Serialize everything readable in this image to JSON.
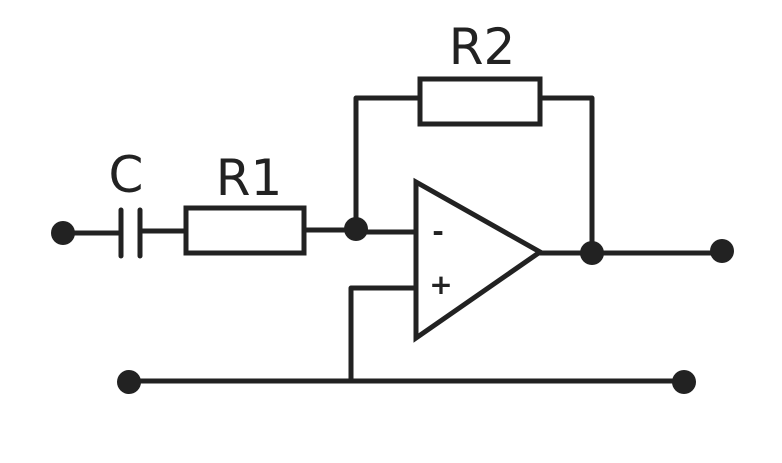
{
  "colors": {
    "ink": "#222222",
    "background": "#ffffff"
  },
  "labels": {
    "capacitor": "C",
    "input_resistor": "R1",
    "feedback_resistor": "R2",
    "inverting_input": "-",
    "non_inverting_input": "+"
  }
}
